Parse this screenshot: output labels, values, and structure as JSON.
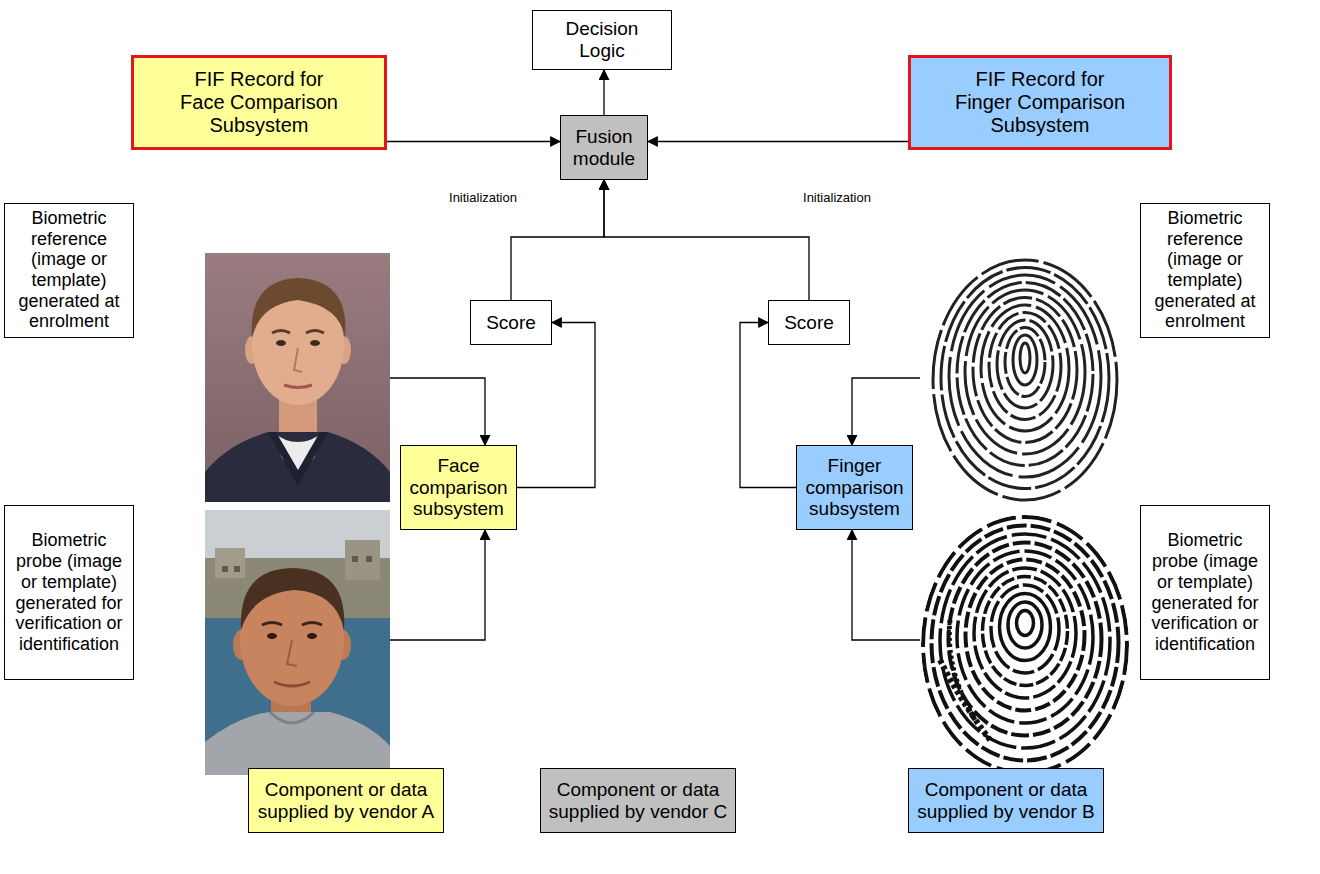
{
  "diagram": {
    "nodes": [
      {
        "text": [
          "Decision Logic"
        ]
      },
      {
        "text": [
          "FIF Record for Face Comparison Subsystem"
        ]
      },
      {
        "text": [
          "Fusion module"
        ]
      },
      {
        "text": [
          "FIF Record for Finger Comparison Subsystem"
        ]
      },
      {
        "text": [
          "Score"
        ]
      },
      {
        "text": [
          "Score"
        ]
      },
      {
        "text": [
          "Biometric reference (image or template) generated at enrolment"
        ]
      },
      {
        "text": [
          "Face comparison subsystem"
        ]
      },
      {
        "text": [
          "Finger comparison subsystem"
        ]
      },
      {
        "text": [
          "Biometric reference (image or template) generated at enrolment"
        ]
      },
      {
        "text": [
          "Biometric probe (image or template) generated for verification or identification"
        ]
      },
      {
        "text": [
          "Biometric probe (image or template) generated for verification or identification"
        ]
      }
    ],
    "edges": [
      {
        "from": 2,
        "to": 0,
        "arrow": "to"
      },
      {
        "from": 1,
        "to": 2,
        "label": "Initialization",
        "arrow": "to"
      },
      {
        "from": 3,
        "to": 2,
        "label": "Initialization",
        "arrow": "to"
      },
      {
        "from": 4,
        "to": 2,
        "arrow": "to"
      },
      {
        "from": 5,
        "to": 2,
        "arrow": "to"
      },
      {
        "from": 7,
        "to": 4,
        "arrow": "to"
      },
      {
        "from": 8,
        "to": 5,
        "arrow": "to"
      }
    ],
    "legend": [
      {
        "text": "Component or data supplied by vendor A",
        "color": "#ffff99"
      },
      {
        "text": "Component or data supplied by vendor C",
        "color": "#c0c0c0"
      },
      {
        "text": "Component or data supplied by vendor B",
        "color": "#99ccff"
      }
    ]
  }
}
